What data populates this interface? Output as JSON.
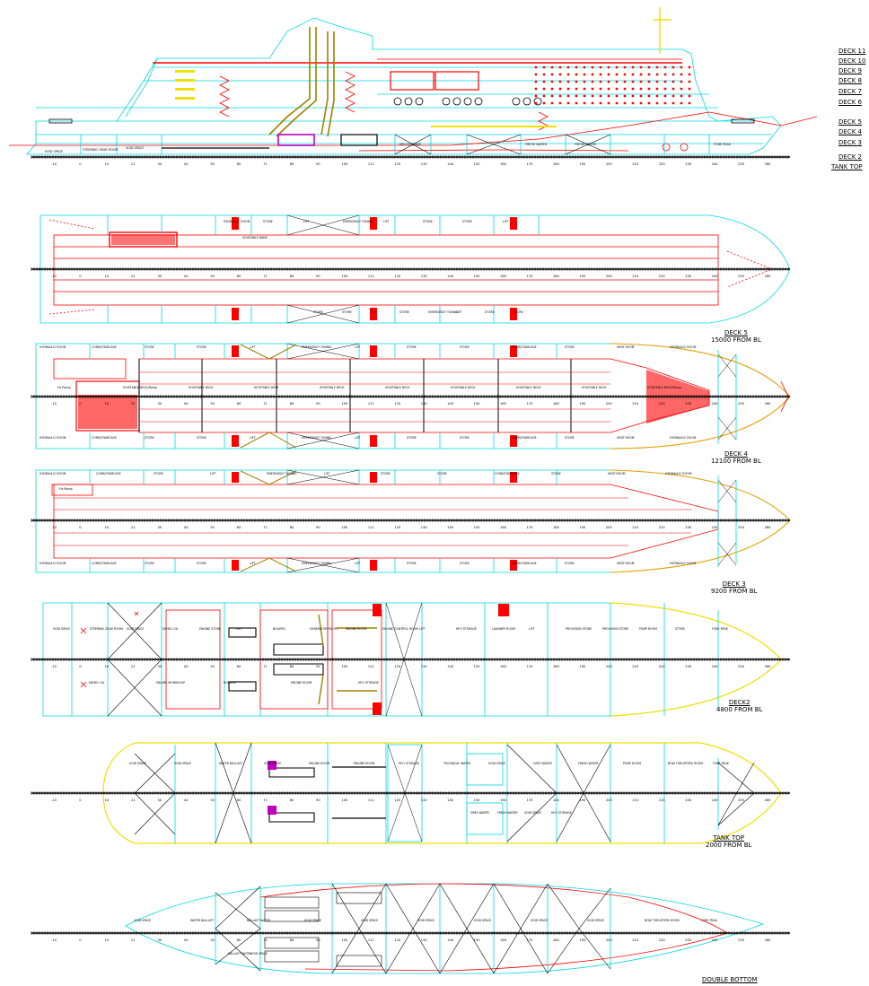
{
  "deck_labels": [
    "DECK 11",
    "DECK 10",
    "DECK 9",
    "DECK 8",
    "DECK 7",
    "DECK 6",
    "DECK 5",
    "DECK 4",
    "DECK 3",
    "DECK 2",
    "TANK TOP"
  ],
  "profile": {
    "rooms": [
      "VOID SPACE",
      "STEERING GEAR ROOM",
      "VOID SPACE",
      "HFO STORAGE",
      "FRESH WATER",
      "FRESH WATER",
      "FORE PEAK"
    ]
  },
  "plans": [
    {
      "id": "deck5",
      "title": "DECK 5",
      "subtitle": "15000 FROM BL",
      "rooms_top": [
        "HYDRAULIC ROOM",
        "STORE",
        "LIFT",
        "EMERGENCY TUNNEL",
        "LIFT",
        "STORE",
        "STORE",
        "LIFT"
      ],
      "rooms_mid": [
        "HOISTABLE RAMP"
      ],
      "rooms_bottom": [
        "STORE",
        "STORE",
        "LIFT",
        "STORE",
        "EMERGENCY TUNNEL",
        "LIFT",
        "STORE",
        "STORE"
      ]
    },
    {
      "id": "deck4",
      "title": "DECK 4",
      "subtitle": "12100 FROM BL",
      "rooms_top": [
        "HYDRAULIC ROOM",
        "CORR/STAIRCASE",
        "STORE",
        "STORE",
        "LIFT",
        "EMERGENCY TUNNEL",
        "LIFT",
        "STORE",
        "STORE",
        "CORR/STAIRCASE",
        "STORE",
        "VENT ROOM",
        "HYDRAULIC ROOM"
      ],
      "rooms_mid": [
        "Fix Ramp",
        "HOISTABLE DECK/Ramp",
        "HOISTABLE DECK",
        "HOISTABLE DECK",
        "HOISTABLE DECK",
        "HOISTABLE DECK",
        "HOISTABLE DECK",
        "HOISTABLE DECK",
        "HOISTABLE DECK",
        "HOISTABLE DECK/Ramp"
      ],
      "rooms_bottom": [
        "HYDRAULIC ROOM",
        "CORR/STAIRCASE",
        "STORE",
        "STORE",
        "LIFT",
        "EMERGENCY TUNNEL",
        "LIFT",
        "STORE",
        "STORE",
        "CORR/STAIRCASE",
        "STORE",
        "VENT ROOM",
        "HYDRAULIC ROOM"
      ]
    },
    {
      "id": "deck3",
      "title": "DECK 3",
      "subtitle": "9200 FROM BL",
      "rooms_top": [
        "HYDRAULIC ROOM",
        "CORR/STAIRCASE",
        "STORE",
        "LIFT",
        "EMERGENCY TUNNEL",
        "LIFT",
        "STORE",
        "STORE",
        "CORR/STAIRCASE",
        "STORE",
        "VENT ROOM",
        "HYDRAULIC ROOM"
      ],
      "rooms_mid": [
        "Fix Ramp"
      ],
      "rooms_bottom": [
        "HYDRAULIC ROOM",
        "CORR/STAIRCASE",
        "STORE",
        "STORE",
        "LIFT",
        "EMERGENCY TUNNEL",
        "LIFT",
        "STORE",
        "STORE",
        "CORR/STAIRCASE",
        "STORE",
        "VENT ROOM",
        "HYDRAULIC ROOM"
      ]
    },
    {
      "id": "deck2",
      "title": "DECK2",
      "subtitle": "4800 FROM BL",
      "rooms_top": [
        "VOID SPACE",
        "STEERING GEAR ROOM",
        "VOID SPACE",
        "DIESEL OIL",
        "ENGINE STORE",
        "LIFT",
        "BOILERS",
        "GENERATOR ROOM",
        "ENGINE ROOM",
        "ENGINE CONTROL ROOM",
        "LIFT",
        "HFO STORAGE",
        "LAUNDRY ROOM",
        "LIFT",
        "PROVISION STORE",
        "PROVISION STORE",
        "PUMP ROOM",
        "STORE",
        "FORE PEAK"
      ],
      "rooms_mid": [],
      "rooms_bottom": [
        "DIESEL OIL",
        "ENGINE WORKSHOP",
        "BOILERS",
        "ENGINE ROOM",
        "HFO STORAGE"
      ]
    },
    {
      "id": "tanktop",
      "title": "TANK TOP",
      "subtitle": "2000 FROM BL",
      "rooms_top": [
        "VOID SPACE",
        "VOID SPACE",
        "WATER BALLAST",
        "VOID SPACE",
        "ENGINE ROOM",
        "ENGINE ROOM",
        "HFO STORAGE",
        "TECHNICAL WATER",
        "VOID SPACE",
        "GREY WATER",
        "FRESH WATER",
        "PUMP ROOM",
        "BOW THRUSTERS ROOM",
        "FORE PEAK"
      ],
      "rooms_mid": [],
      "rooms_bottom": [
        "GREY WATER",
        "FRESH WATER",
        "VOID SPACE",
        "HFO STORAGE"
      ]
    },
    {
      "id": "doublebottom",
      "title": "DOUBLE BOTTOM",
      "subtitle": "",
      "rooms_top": [
        "VOID SPACE",
        "WATER BALLAST",
        "BALLAST WATER",
        "VOID SPACE",
        "VOID SPACE",
        "VOID SPACE",
        "VOID SPACE",
        "VOID SPACE",
        "VOID SPACE",
        "BOW THRUSTERS ROOM",
        "FORE PEAK"
      ],
      "rooms_mid": [],
      "rooms_bottom": [
        "BALLAST WATER",
        "VOID SPACE"
      ]
    }
  ],
  "frame_scale": [
    "-10",
    "0",
    "10",
    "21",
    "30",
    "40",
    "50",
    "60",
    "71",
    "80",
    "90",
    "100",
    "111",
    "120",
    "130",
    "140",
    "150",
    "160",
    "170",
    "180",
    "190",
    "200",
    "210",
    "220",
    "230",
    "240",
    "250",
    "260"
  ],
  "colors": {
    "outline": "#00d8e0",
    "structure": "#ff0000",
    "yellow": "#f0e000",
    "olive": "#a08000",
    "magenta": "#c000c0",
    "black": "#000000"
  }
}
